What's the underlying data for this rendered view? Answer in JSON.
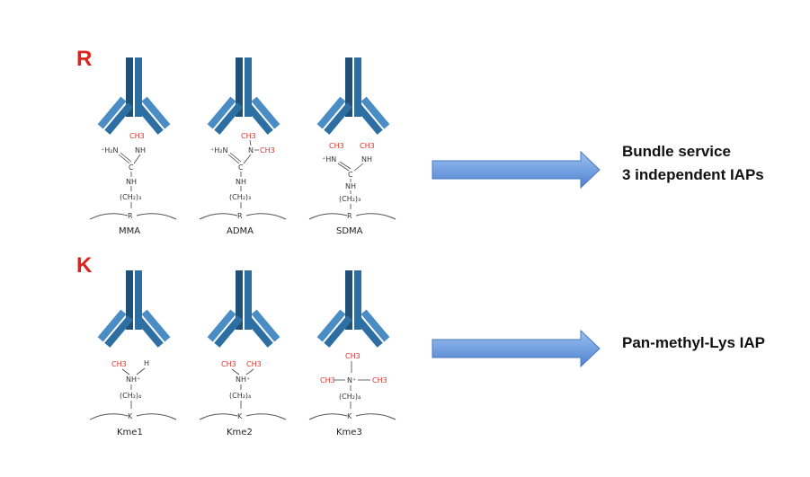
{
  "rows": [
    {
      "letter": "R",
      "result_lines": [
        "Bundle service",
        "3 independent IAPs"
      ],
      "items": [
        {
          "label": "MMA",
          "left_group": "⁺H₂N",
          "right_group": "NH",
          "red1": "CH3",
          "red2": "",
          "center": "C",
          "lower": "NH",
          "chain": "(CH₂)₃",
          "residue": "R"
        },
        {
          "label": "ADMA",
          "left_group": "⁺H₂N",
          "right_group": "N",
          "red1": "CH3",
          "red2": "CH3",
          "center": "C",
          "lower": "NH",
          "chain": "(CH₂)₃",
          "residue": "R"
        },
        {
          "label": "SDMA",
          "left_group": "⁺HN",
          "right_group": "NH",
          "red1": "CH3",
          "red2": "CH3",
          "center": "C",
          "lower": "NH",
          "chain": "(CH₂)₃",
          "residue": "R"
        }
      ]
    },
    {
      "letter": "K",
      "result_lines": [
        "Pan-methyl-Lys IAP"
      ],
      "items": [
        {
          "label": "Kme1",
          "left_red": "CH3",
          "right_black": "H",
          "n_group": "NH⁺",
          "chain": "(CH₂)₄",
          "residue": "K"
        },
        {
          "label": "Kme2",
          "left_red": "CH3",
          "right_red": "CH3",
          "n_group": "NH⁺",
          "chain": "(CH₂)₄",
          "residue": "K"
        },
        {
          "label": "Kme3",
          "top_red": "CH3",
          "left_red": "CH3",
          "right_red": "CH3",
          "n_group": "N⁺",
          "chain": "(CH₂)₄",
          "residue": "K"
        }
      ]
    }
  ],
  "colors": {
    "antibody_dark": "#1f5078",
    "antibody_mid": "#2d6fa3",
    "antibody_light": "#4a8cc4",
    "letter": "#e0201a",
    "arrow_fill": "#6f9fe0"
  }
}
